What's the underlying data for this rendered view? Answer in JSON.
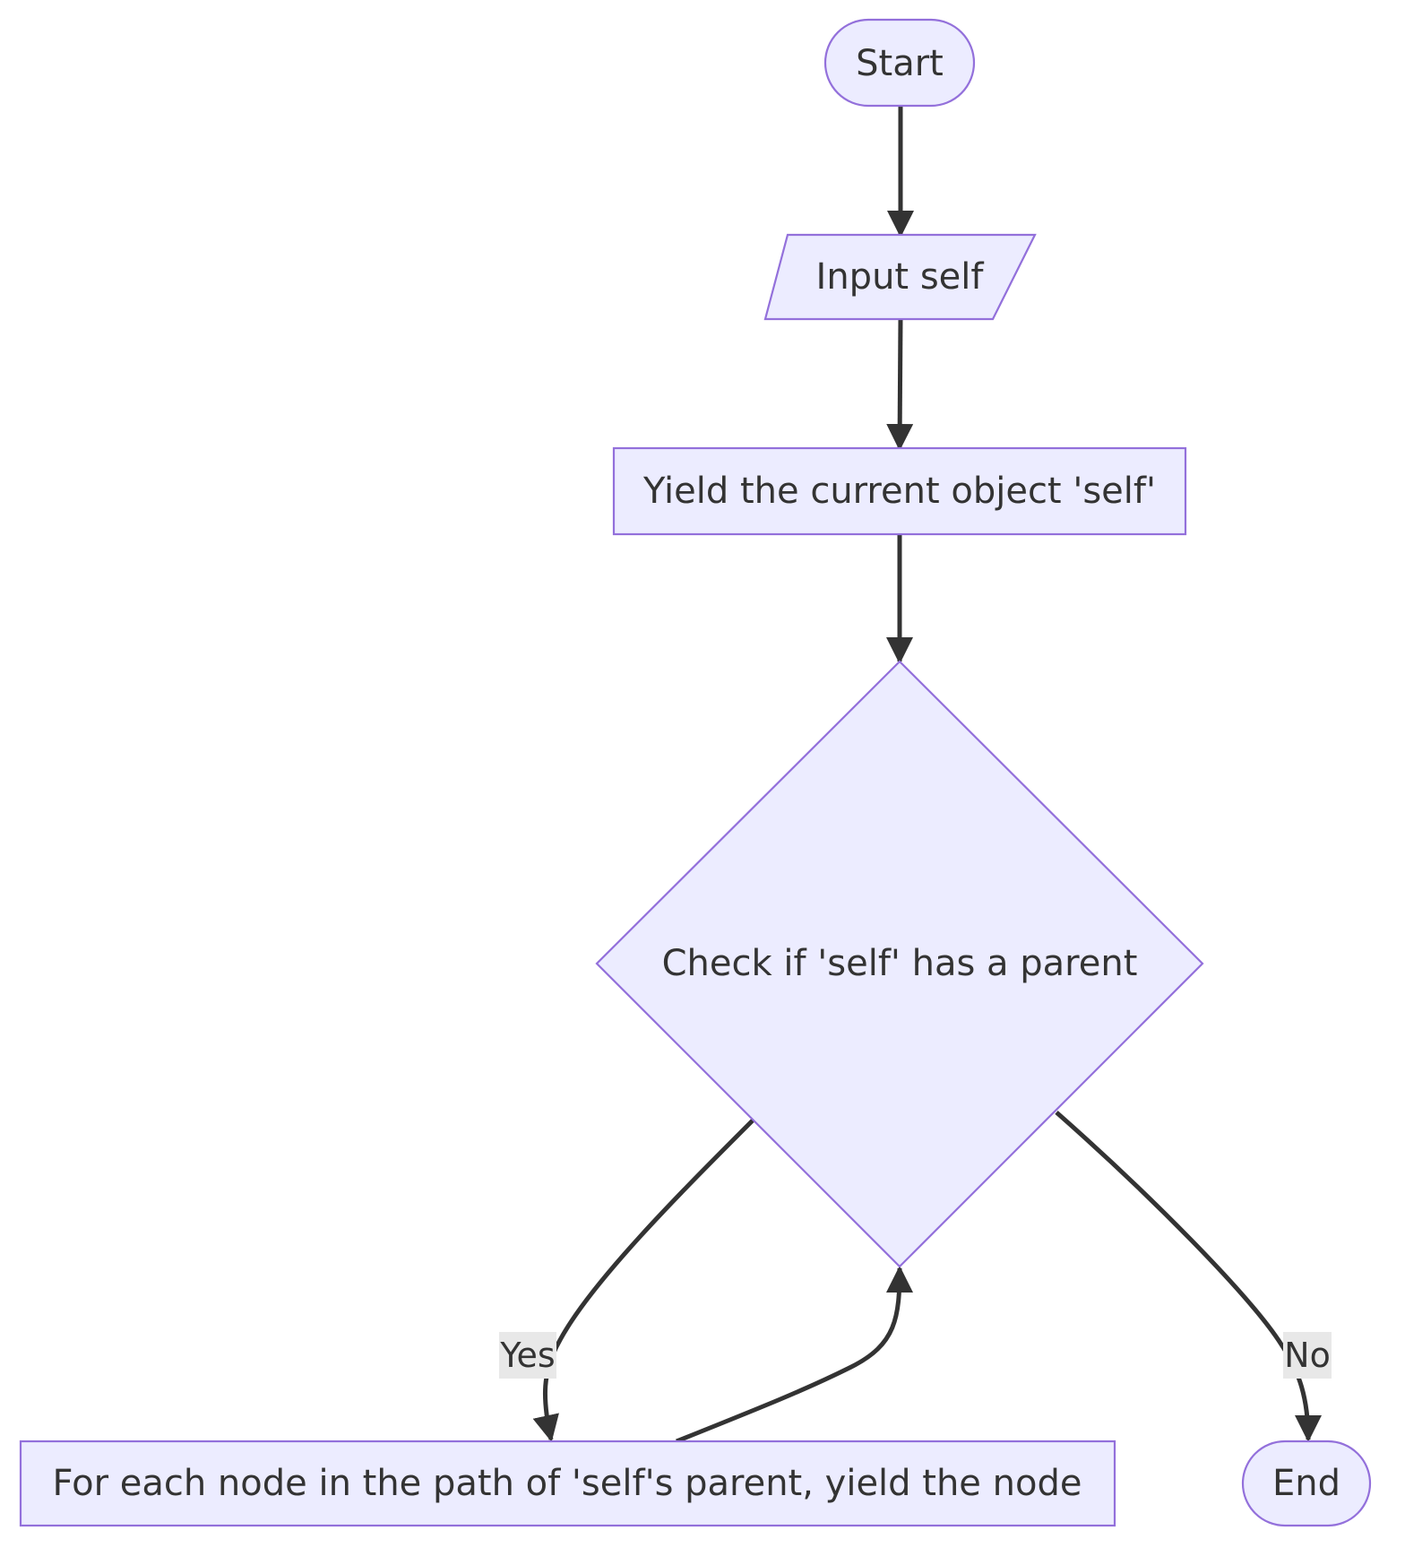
{
  "flowchart": {
    "nodes": {
      "start": {
        "label": "Start",
        "shape": "rounded-pill"
      },
      "input": {
        "label": "Input self",
        "shape": "parallelogram"
      },
      "yield_self": {
        "label": "Yield the current object 'self'",
        "shape": "rectangle"
      },
      "check_parent": {
        "label": "Check if 'self' has a parent",
        "shape": "diamond"
      },
      "for_each": {
        "label": "For each node in the path of 'self's parent, yield the node",
        "shape": "rectangle"
      },
      "end": {
        "label": "End",
        "shape": "rounded-pill"
      }
    },
    "edges": [
      {
        "from": "start",
        "to": "input",
        "label": ""
      },
      {
        "from": "input",
        "to": "yield_self",
        "label": ""
      },
      {
        "from": "yield_self",
        "to": "check_parent",
        "label": ""
      },
      {
        "from": "check_parent",
        "to": "for_each",
        "label": "Yes"
      },
      {
        "from": "check_parent",
        "to": "end",
        "label": "No"
      },
      {
        "from": "for_each",
        "to": "check_parent",
        "label": ""
      }
    ],
    "edge_labels": {
      "yes": "Yes",
      "no": "No"
    },
    "colors": {
      "node_fill": "#ECECFF",
      "node_stroke": "#9370DB",
      "edge": "#333333",
      "label_background": "#E8E8E8",
      "text": "#333333"
    }
  }
}
